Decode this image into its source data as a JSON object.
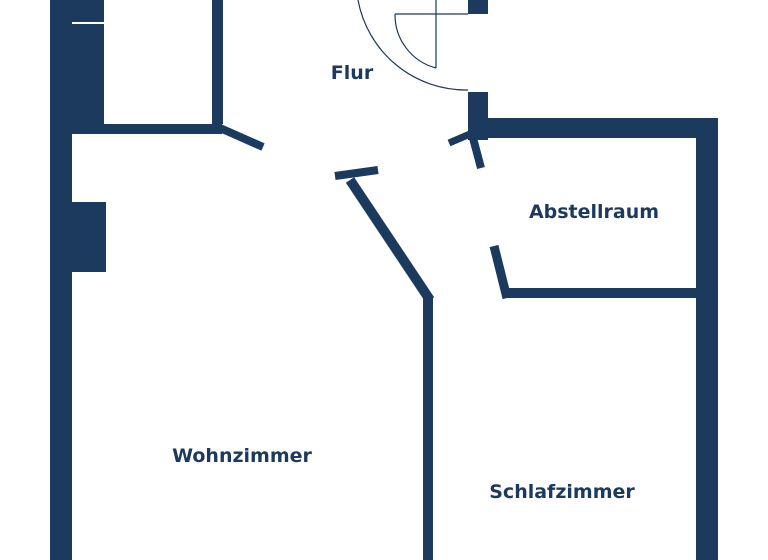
{
  "floorplan": {
    "wall_color": "#1c3a5e",
    "background_color": "#ffffff",
    "rooms": {
      "flur": "Flur",
      "abstellraum": "Abstellraum",
      "wohnzimmer": "Wohnzimmer",
      "schlafzimmer": "Schlafzimmer"
    }
  }
}
